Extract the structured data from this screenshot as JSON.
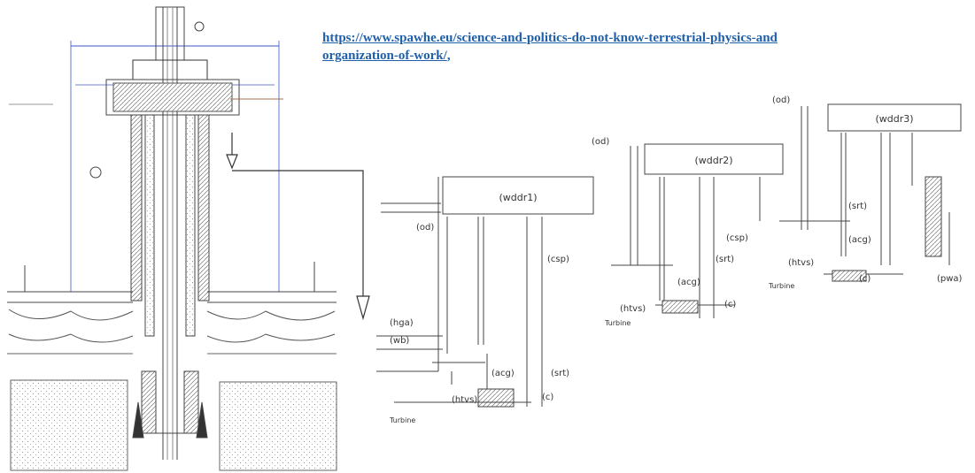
{
  "link": {
    "line1": "https://www.spawhe.eu/science-and-politics-do-not-know-terrestrial-physics-and",
    "line2": "organization-of-work/",
    "trailing": ","
  },
  "units": [
    {
      "label": "(wddr1)"
    },
    {
      "label": "(wddr2)"
    },
    {
      "label": "(wddr3)"
    }
  ],
  "labels": {
    "csp": "(csp)",
    "acg": "(acg)",
    "srt": "(srt)",
    "htvs": "(htvs)",
    "c": "(c)",
    "od": "(od)",
    "hga": "(hga)",
    "wb": "(wb)",
    "pwa": "(pwa)",
    "turbine": "Turbine"
  }
}
